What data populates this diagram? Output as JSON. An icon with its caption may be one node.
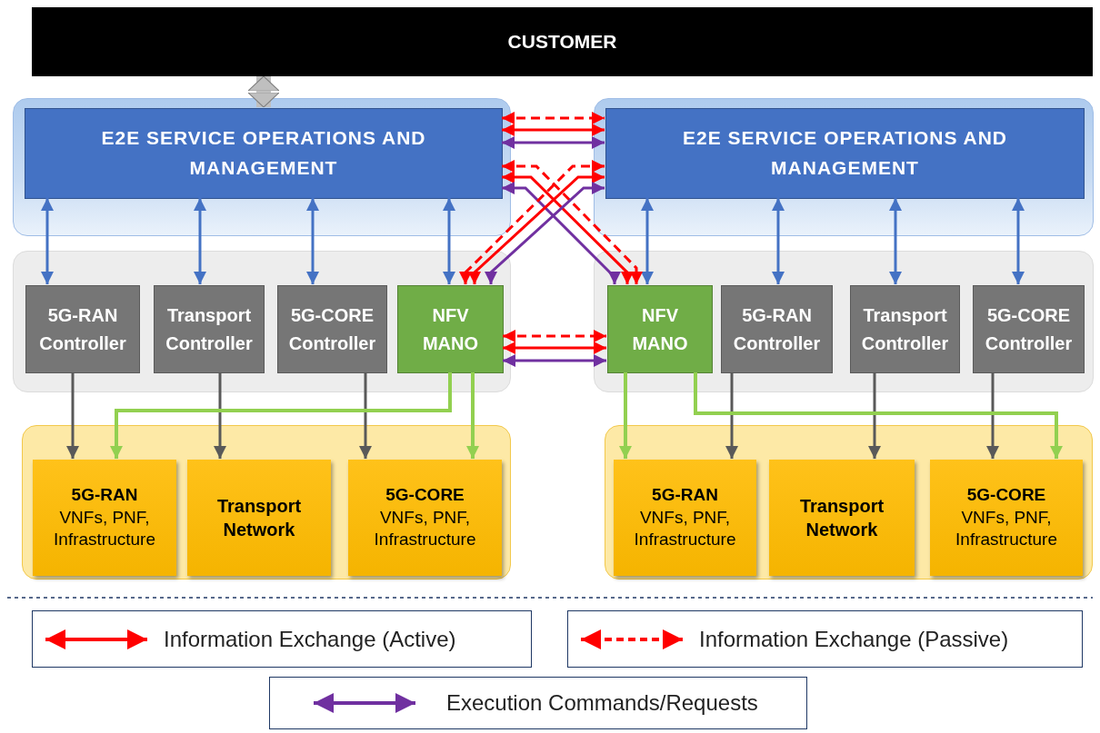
{
  "diagram": {
    "nodes": [
      {
        "text": [
          "CUSTOMER"
        ]
      },
      {
        "text": [],
        "shape": "box"
      },
      {
        "text": [
          "E2E SERVICE OPERATIONS AND MANAGEMENT"
        ],
        "in": 1
      },
      {
        "text": [],
        "shape": "box"
      },
      {
        "text": [
          "5G-RAN Controller"
        ],
        "in": 3
      },
      {
        "text": [
          "Transport Controller"
        ],
        "in": 3
      },
      {
        "text": [
          "5G-CORE Controller"
        ],
        "in": 3
      },
      {
        "text": [
          "NFV MANO"
        ],
        "in": 3
      },
      {
        "text": [],
        "shape": "box"
      },
      {
        "text": [
          "5G-RAN",
          "VNFs, PNF, Infrastructure"
        ],
        "in": 8
      },
      {
        "text": [
          "Transport Network"
        ],
        "in": 8
      },
      {
        "text": [
          "5G-CORE",
          "VNFs, PNF, Infrastructure"
        ],
        "in": 8
      },
      {
        "text": [],
        "shape": "box"
      },
      {
        "text": [
          "E2E SERVICE OPERATIONS AND MANAGEMENT"
        ],
        "in": 12
      },
      {
        "text": [],
        "shape": "box"
      },
      {
        "text": [
          "NFV MANO"
        ],
        "in": 14
      },
      {
        "text": [
          "5G-RAN Controller"
        ],
        "in": 14
      },
      {
        "text": [
          "Transport Controller"
        ],
        "in": 14
      },
      {
        "text": [
          "5G-CORE Controller"
        ],
        "in": 14
      },
      {
        "text": [],
        "shape": "box"
      },
      {
        "text": [
          "5G-RAN",
          "VNFs, PNF, Infrastructure"
        ],
        "in": 19
      },
      {
        "text": [
          "Transport Network"
        ],
        "in": 19
      },
      {
        "text": [
          "5G-CORE",
          "VNFs, PNF, Infrastructure"
        ],
        "in": 19
      }
    ],
    "edges": [
      {
        "from": 0,
        "to": 2,
        "arrow": "both",
        "style": "thick",
        "color": "#bfbfbf"
      },
      {
        "from": 2,
        "to": 4,
        "arrow": "both",
        "color": "#4472c4"
      },
      {
        "from": 2,
        "to": 5,
        "arrow": "both",
        "color": "#4472c4"
      },
      {
        "from": 2,
        "to": 6,
        "arrow": "both",
        "color": "#4472c4"
      },
      {
        "from": 2,
        "to": 7,
        "arrow": "both",
        "color": "#4472c4"
      },
      {
        "from": 13,
        "to": 15,
        "arrow": "both",
        "color": "#4472c4"
      },
      {
        "from": 13,
        "to": 16,
        "arrow": "both",
        "color": "#4472c4"
      },
      {
        "from": 13,
        "to": 17,
        "arrow": "both",
        "color": "#4472c4"
      },
      {
        "from": 13,
        "to": 18,
        "arrow": "both",
        "color": "#4472c4"
      },
      {
        "from": 2,
        "to": 13,
        "arrow": "both",
        "style": "dashed",
        "color": "#ff0000"
      },
      {
        "from": 2,
        "to": 13,
        "arrow": "both",
        "color": "#ff0000"
      },
      {
        "from": 2,
        "to": 13,
        "arrow": "both",
        "color": "#7030a0"
      },
      {
        "from": 2,
        "to": 15,
        "arrow": "both",
        "style": "dashed",
        "color": "#ff0000"
      },
      {
        "from": 2,
        "to": 15,
        "arrow": "both",
        "color": "#ff0000"
      },
      {
        "from": 2,
        "to": 15,
        "arrow": "both",
        "color": "#7030a0"
      },
      {
        "from": 13,
        "to": 7,
        "arrow": "both",
        "style": "dashed",
        "color": "#ff0000"
      },
      {
        "from": 13,
        "to": 7,
        "arrow": "both",
        "color": "#ff0000"
      },
      {
        "from": 13,
        "to": 7,
        "arrow": "both",
        "color": "#7030a0"
      },
      {
        "from": 7,
        "to": 15,
        "arrow": "both",
        "style": "dashed",
        "color": "#ff0000"
      },
      {
        "from": 7,
        "to": 15,
        "arrow": "both",
        "color": "#ff0000"
      },
      {
        "from": 7,
        "to": 15,
        "arrow": "both",
        "color": "#7030a0"
      },
      {
        "from": 4,
        "to": 9,
        "arrow": "to",
        "color": "#595959"
      },
      {
        "from": 5,
        "to": 10,
        "arrow": "to",
        "color": "#595959"
      },
      {
        "from": 6,
        "to": 11,
        "arrow": "to",
        "color": "#595959"
      },
      {
        "from": 16,
        "to": 20,
        "arrow": "to",
        "color": "#595959"
      },
      {
        "from": 17,
        "to": 21,
        "arrow": "to",
        "color": "#595959"
      },
      {
        "from": 18,
        "to": 22,
        "arrow": "to",
        "color": "#595959"
      },
      {
        "from": 7,
        "to": 9,
        "arrow": "to",
        "color": "#92d050"
      },
      {
        "from": 7,
        "to": 11,
        "arrow": "to",
        "color": "#92d050"
      },
      {
        "from": 15,
        "to": 20,
        "arrow": "to",
        "color": "#92d050"
      },
      {
        "from": 15,
        "to": 22,
        "arrow": "to",
        "color": "#92d050"
      }
    ],
    "legend": [
      {
        "text": "Information Exchange (Active)"
      },
      {
        "text": "Information Exchange (Passive)"
      },
      {
        "text": "Execution Commands/Requests"
      }
    ]
  }
}
